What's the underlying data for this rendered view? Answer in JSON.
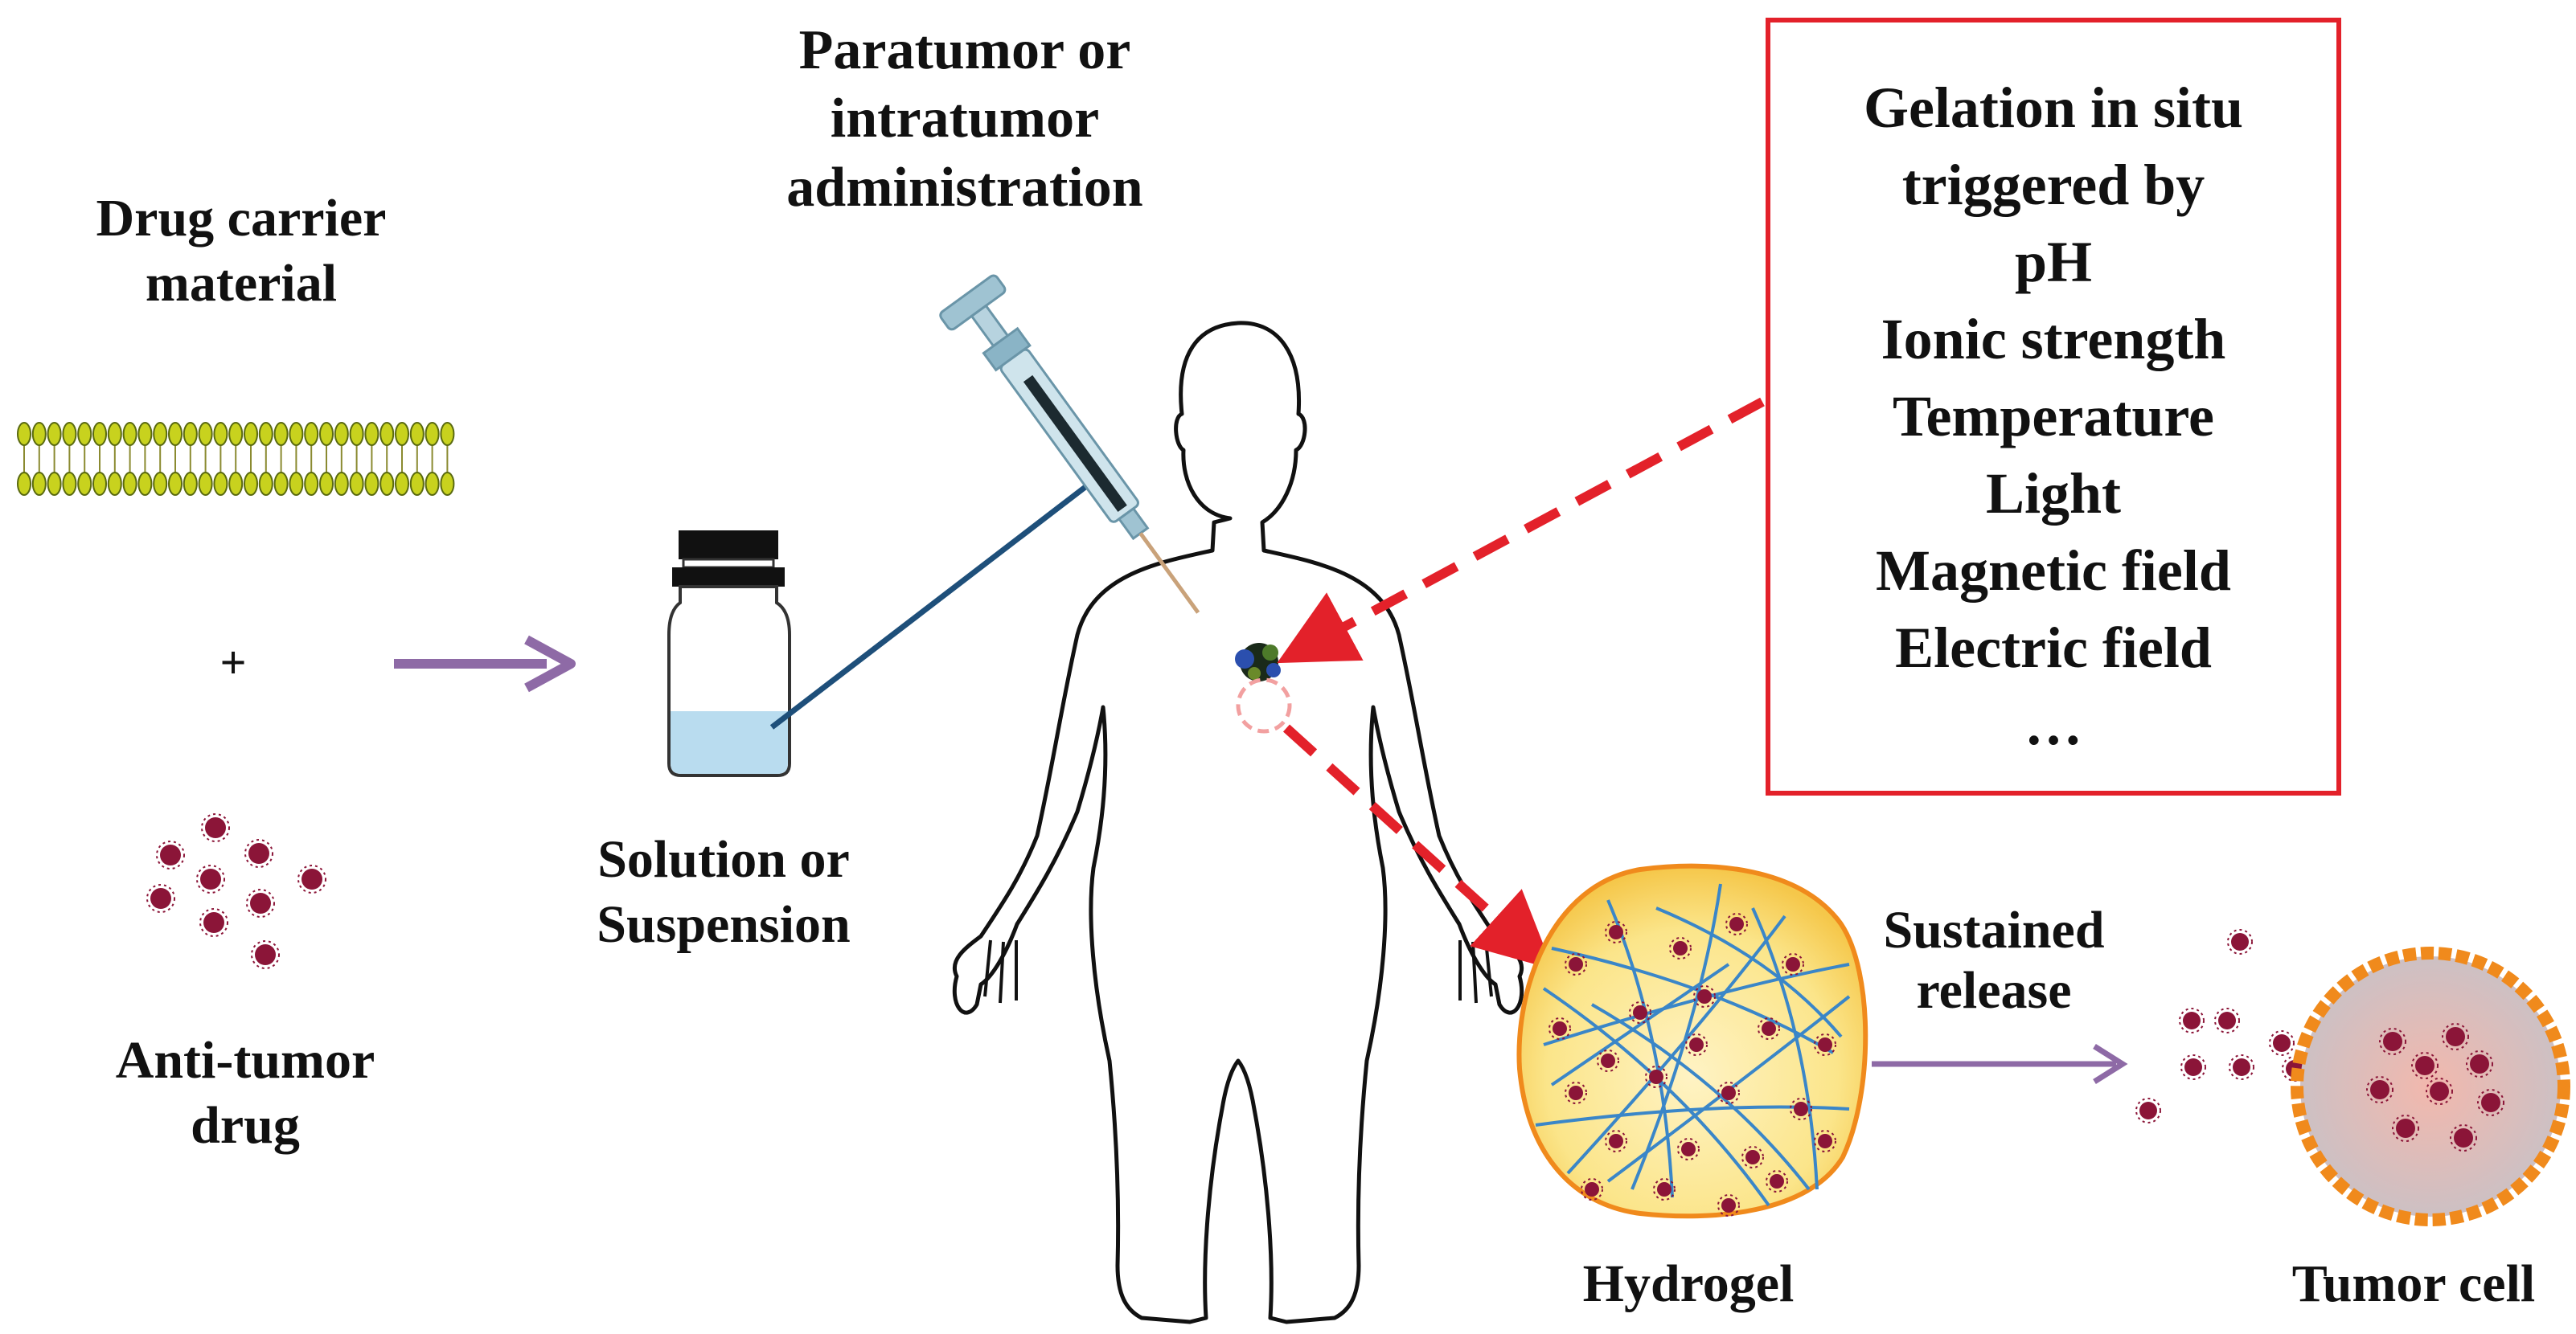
{
  "labels": {
    "drug_carrier": [
      "Drug carrier",
      "material"
    ],
    "plus": "+",
    "anti_tumor": [
      "Anti-tumor",
      "drug"
    ],
    "solution": [
      "Solution or",
      "Suspension"
    ],
    "administration": [
      "Paratumor or",
      "intratumor",
      "administration"
    ],
    "sustained": [
      "Sustained",
      "release"
    ],
    "hydrogel": "Hydrogel",
    "tumor_cell": "Tumor cell"
  },
  "triggers": {
    "heading": [
      "Gelation in situ",
      "triggered by"
    ],
    "items": [
      "pH",
      "Ionic strength",
      "Temperature",
      "Light",
      "Magnetic field",
      "Electric field",
      "…"
    ]
  },
  "colors": {
    "drug": "#8b1538",
    "red_accent": "#e3212a",
    "purple_arrow": "#8e6aa6",
    "needle_line": "#1e4f7a",
    "hydrogel_border": "#f08a1c",
    "hydrogel_fill": "#fbe58a",
    "fiber": "#3a86c8",
    "lipid_head": "#c8d21e",
    "cell_fill": "#d9a9a4"
  }
}
